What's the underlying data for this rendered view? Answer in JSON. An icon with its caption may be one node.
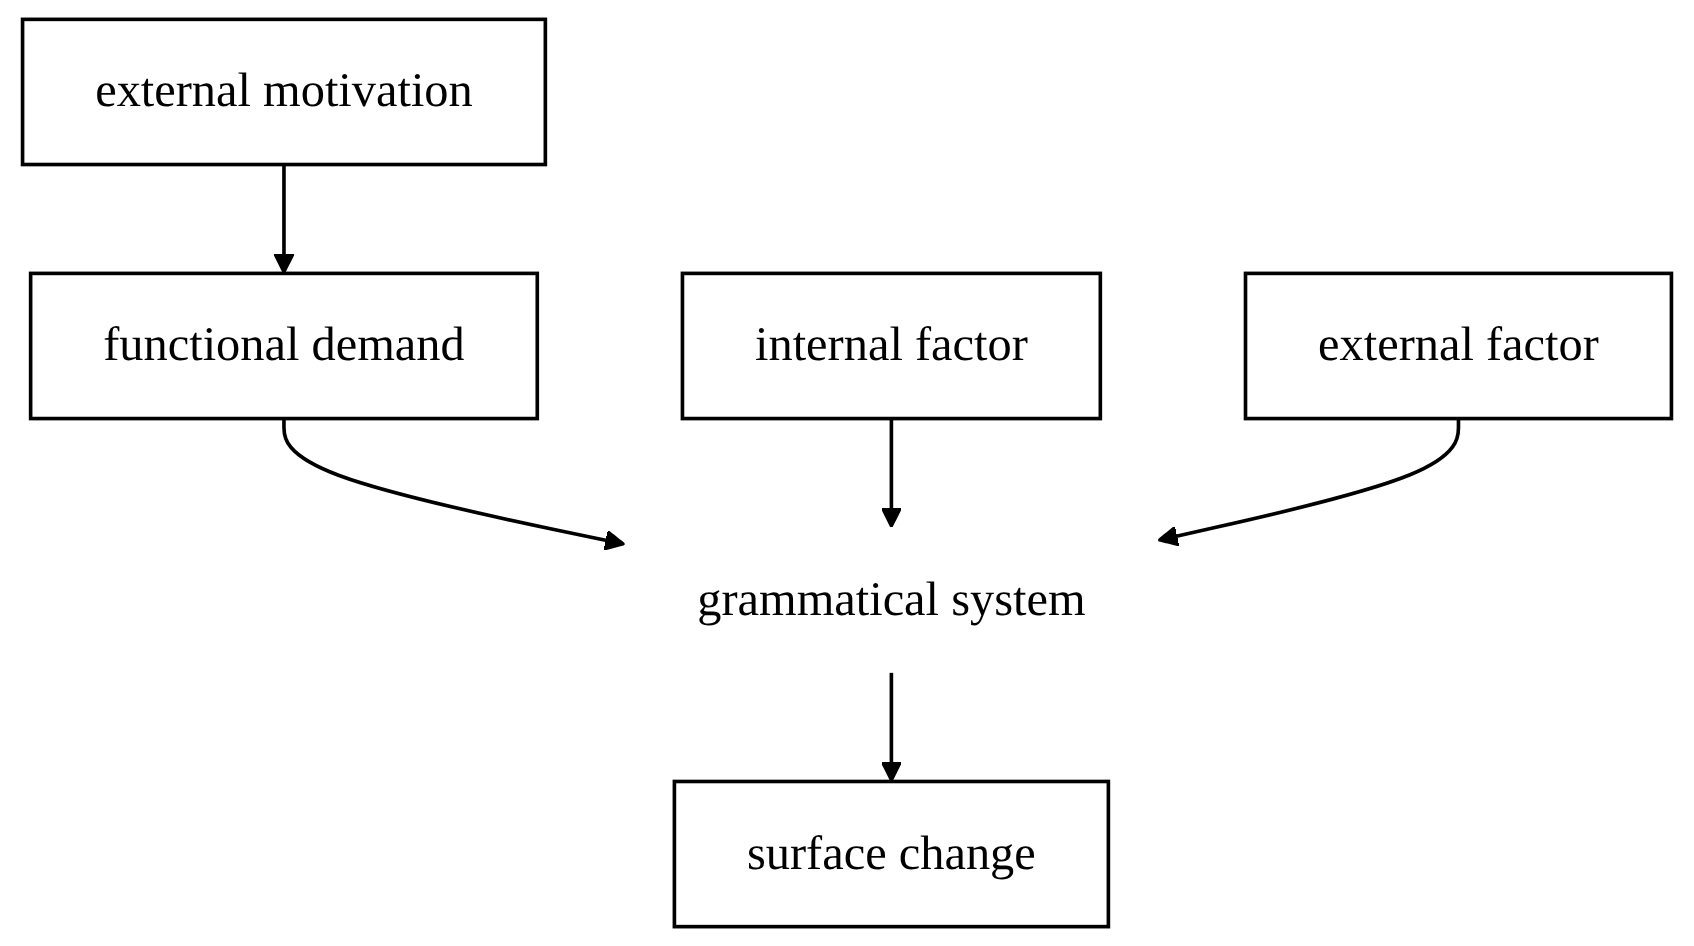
{
  "diagram": {
    "nodes": [
      {
        "text": [
          "external motivation"
        ]
      },
      {
        "text": [
          "functional demand"
        ]
      },
      {
        "text": [
          "internal factor"
        ]
      },
      {
        "text": [
          "grammatical system"
        ]
      },
      {
        "text": [
          "external factor"
        ]
      },
      {
        "text": [
          "surface change"
        ]
      }
    ],
    "edges": [
      {
        "from": 0,
        "to": 1,
        "arrow": "to"
      },
      {
        "from": 1,
        "to": 3,
        "arrow": "to"
      },
      {
        "from": 2,
        "to": 3,
        "arrow": "to"
      },
      {
        "from": 4,
        "to": 3,
        "arrow": "to"
      },
      {
        "from": 3,
        "to": 5,
        "arrow": "to"
      }
    ]
  }
}
